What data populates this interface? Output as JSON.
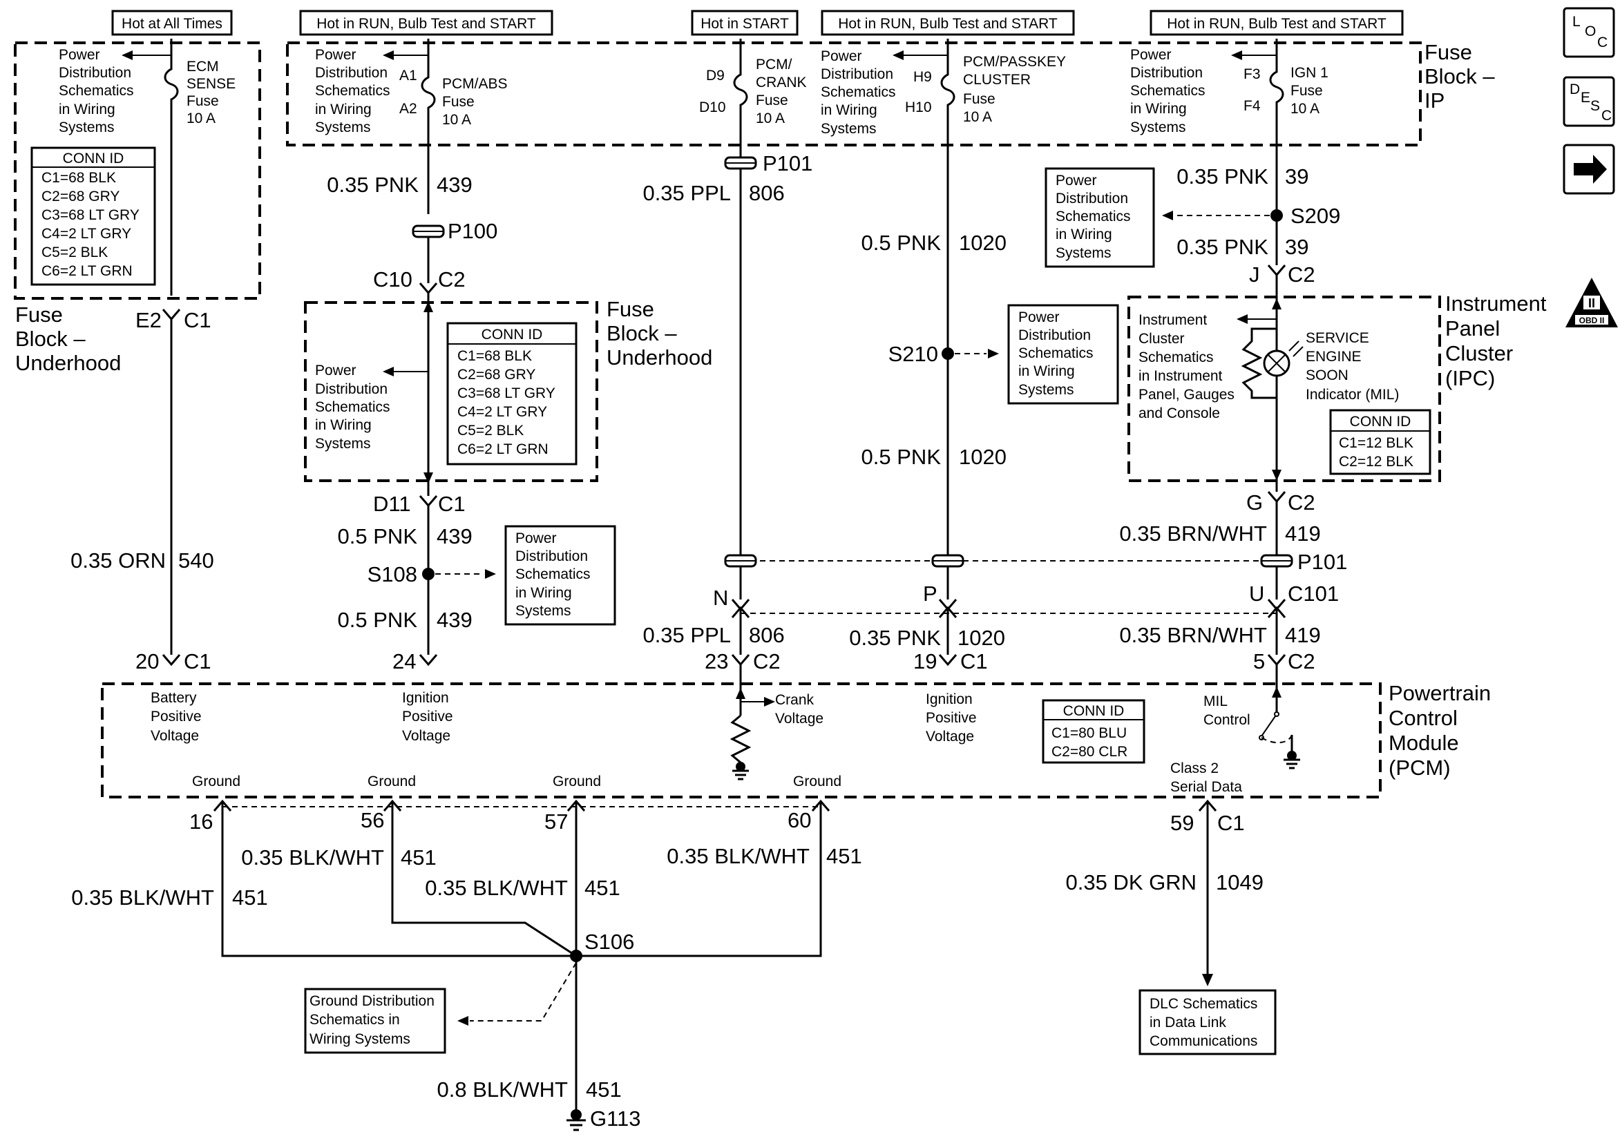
{
  "hot_labels": {
    "always": "Hot at All Times",
    "run_bulb_start_1": "Hot in RUN, Bulb Test and START",
    "start": "Hot in START",
    "run_bulb_start_2": "Hot in RUN, Bulb Test and START",
    "run_bulb_start_3": "Hot in RUN, Bulb Test and START"
  },
  "pds": {
    "line1": "Power",
    "line2": "Distribution",
    "line3": "Schematics",
    "line4": "in Wiring",
    "line5": "Systems"
  },
  "fuses": {
    "ecm": {
      "name1": "ECM",
      "name2": "SENSE",
      "name3": "Fuse",
      "rating": "10 A",
      "pin": "E2",
      "conn": "C1"
    },
    "pcmabs": {
      "name1": "PCM/ABS",
      "name2": "Fuse",
      "rating": "10 A",
      "pin_in": "A1",
      "pin_out": "A2"
    },
    "pcmcrank": {
      "name1": "PCM/",
      "name2": "CRANK",
      "name3": "Fuse",
      "rating": "10 A",
      "pin_in": "D9",
      "pin_out": "D10"
    },
    "passkey": {
      "name1": "PCM/PASSKEY",
      "name2": "CLUSTER",
      "name3": "Fuse",
      "rating": "10 A",
      "pin_in": "H9",
      "pin_out": "H10"
    },
    "ign1": {
      "name1": "IGN 1",
      "name2": "Fuse",
      "rating": "10 A",
      "pin_in": "F3",
      "pin_out": "F4"
    }
  },
  "blocks": {
    "fbu_left": {
      "l1": "Fuse",
      "l2": "Block –",
      "l3": "Underhood"
    },
    "fbu_mid": {
      "l1": "Fuse",
      "l2": "Block –",
      "l3": "Underhood"
    },
    "fbip": {
      "l1": "Fuse",
      "l2": "Block –",
      "l3": "IP"
    },
    "ipc": {
      "l1": "Instrument",
      "l2": "Panel",
      "l3": "Cluster",
      "l4": "(IPC)"
    },
    "pcm": {
      "l1": "Powertrain",
      "l2": "Control",
      "l3": "Module",
      "l4": "(PCM)"
    }
  },
  "conn_fbu": {
    "title": "CONN ID",
    "rows": [
      "C1=68 BLK",
      "C2=68 GRY",
      "C3=68 LT GRY",
      "C4=2 LT GRY",
      "C5=2 BLK",
      "C6=2 LT GRN"
    ]
  },
  "conn_ipc": {
    "title": "CONN ID",
    "rows": [
      "C1=12 BLK",
      "C2=12 BLK"
    ]
  },
  "conn_pcm": {
    "title": "CONN ID",
    "rows": [
      "C1=80 BLU",
      "C2=80 CLR"
    ]
  },
  "wires": {
    "w540": {
      "gauge": "0.35 ORN",
      "circuit": "540"
    },
    "w439a": {
      "gauge": "0.35 PNK",
      "circuit": "439"
    },
    "w439b": {
      "gauge": "0.5 PNK",
      "circuit": "439"
    },
    "w439c": {
      "gauge": "0.5 PNK",
      "circuit": "439"
    },
    "w806a": {
      "gauge": "0.35 PPL",
      "circuit": "806"
    },
    "w806b": {
      "gauge": "0.35 PPL",
      "circuit": "806"
    },
    "w1020a": {
      "gauge": "0.5 PNK",
      "circuit": "1020"
    },
    "w1020b": {
      "gauge": "0.5 PNK",
      "circuit": "1020"
    },
    "w1020c": {
      "gauge": "0.35 PNK",
      "circuit": "1020"
    },
    "w39a": {
      "gauge": "0.35 PNK",
      "circuit": "39"
    },
    "w39b": {
      "gauge": "0.35 PNK",
      "circuit": "39"
    },
    "w419a": {
      "gauge": "0.35 BRN/WHT",
      "circuit": "419"
    },
    "w419b": {
      "gauge": "0.35 BRN/WHT",
      "circuit": "419"
    },
    "g16": {
      "gauge": "0.35 BLK/WHT",
      "circuit": "451"
    },
    "g56": {
      "gauge": "0.35 BLK/WHT",
      "circuit": "451"
    },
    "g57": {
      "gauge": "0.35 BLK/WHT",
      "circuit": "451"
    },
    "g60": {
      "gauge": "0.35 BLK/WHT",
      "circuit": "451"
    },
    "gmain": {
      "gauge": "0.8 BLK/WHT",
      "circuit": "451"
    },
    "w1049": {
      "gauge": "0.35 DK GRN",
      "circuit": "1049"
    }
  },
  "connectors": {
    "p100": "P100",
    "p101_top": "P101",
    "p101_mid": "P101",
    "c101": "C101",
    "c10": "C10",
    "c2_a": "C2",
    "d11": "D11",
    "c1_a": "C1",
    "j": "J",
    "c2_b": "C2",
    "g": "G",
    "c2_c": "C2",
    "n": "N",
    "p": "P",
    "u": "U"
  },
  "splices": {
    "s108": "S108",
    "s210": "S210",
    "s209": "S209",
    "s106": "S106",
    "g113": "G113"
  },
  "pcm_pins": {
    "p20": "20",
    "c20": "C1",
    "p24": "24",
    "p23": "23",
    "c23": "C2",
    "p19": "19",
    "c19": "C1",
    "p5": "5",
    "c5": "C2",
    "p16": "16",
    "p56": "56",
    "p57": "57",
    "p60": "60",
    "p59": "59",
    "c59": "C1"
  },
  "pcm_labels": {
    "bat1": "Battery",
    "bat2": "Positive",
    "bat3": "Voltage",
    "ign1": "Ignition",
    "ign2": "Positive",
    "ign3": "Voltage",
    "crank1": "Crank",
    "crank2": "Voltage",
    "ign4": "Ignition",
    "ign5": "Positive",
    "ign6": "Voltage",
    "mil1": "MIL",
    "mil2": "Control",
    "class2a": "Class 2",
    "class2b": "Serial Data",
    "ground": "Ground"
  },
  "ipc_internal": {
    "l1": "Instrument",
    "l2": "Cluster",
    "l3": "Schematics",
    "l4": "in Instrument",
    "l5": "Panel, Gauges",
    "l6": "and Console",
    "s1": "SERVICE",
    "s2": "ENGINE",
    "s3": "SOON",
    "s4": "Indicator (MIL)"
  },
  "refs": {
    "gds1": "Ground Distribution",
    "gds2": "Schematics in",
    "gds3": "Wiring Systems",
    "dlc1": "DLC Schematics",
    "dlc2": "in Data Link",
    "dlc3": "Communications"
  },
  "nav": {
    "loc_l": "L",
    "loc_o": "O",
    "loc_c": "C",
    "desc_d": "D",
    "desc_e": "E",
    "desc_s": "S",
    "desc_c": "C",
    "obd_numeral": "II",
    "obd_text": "OBD II"
  }
}
